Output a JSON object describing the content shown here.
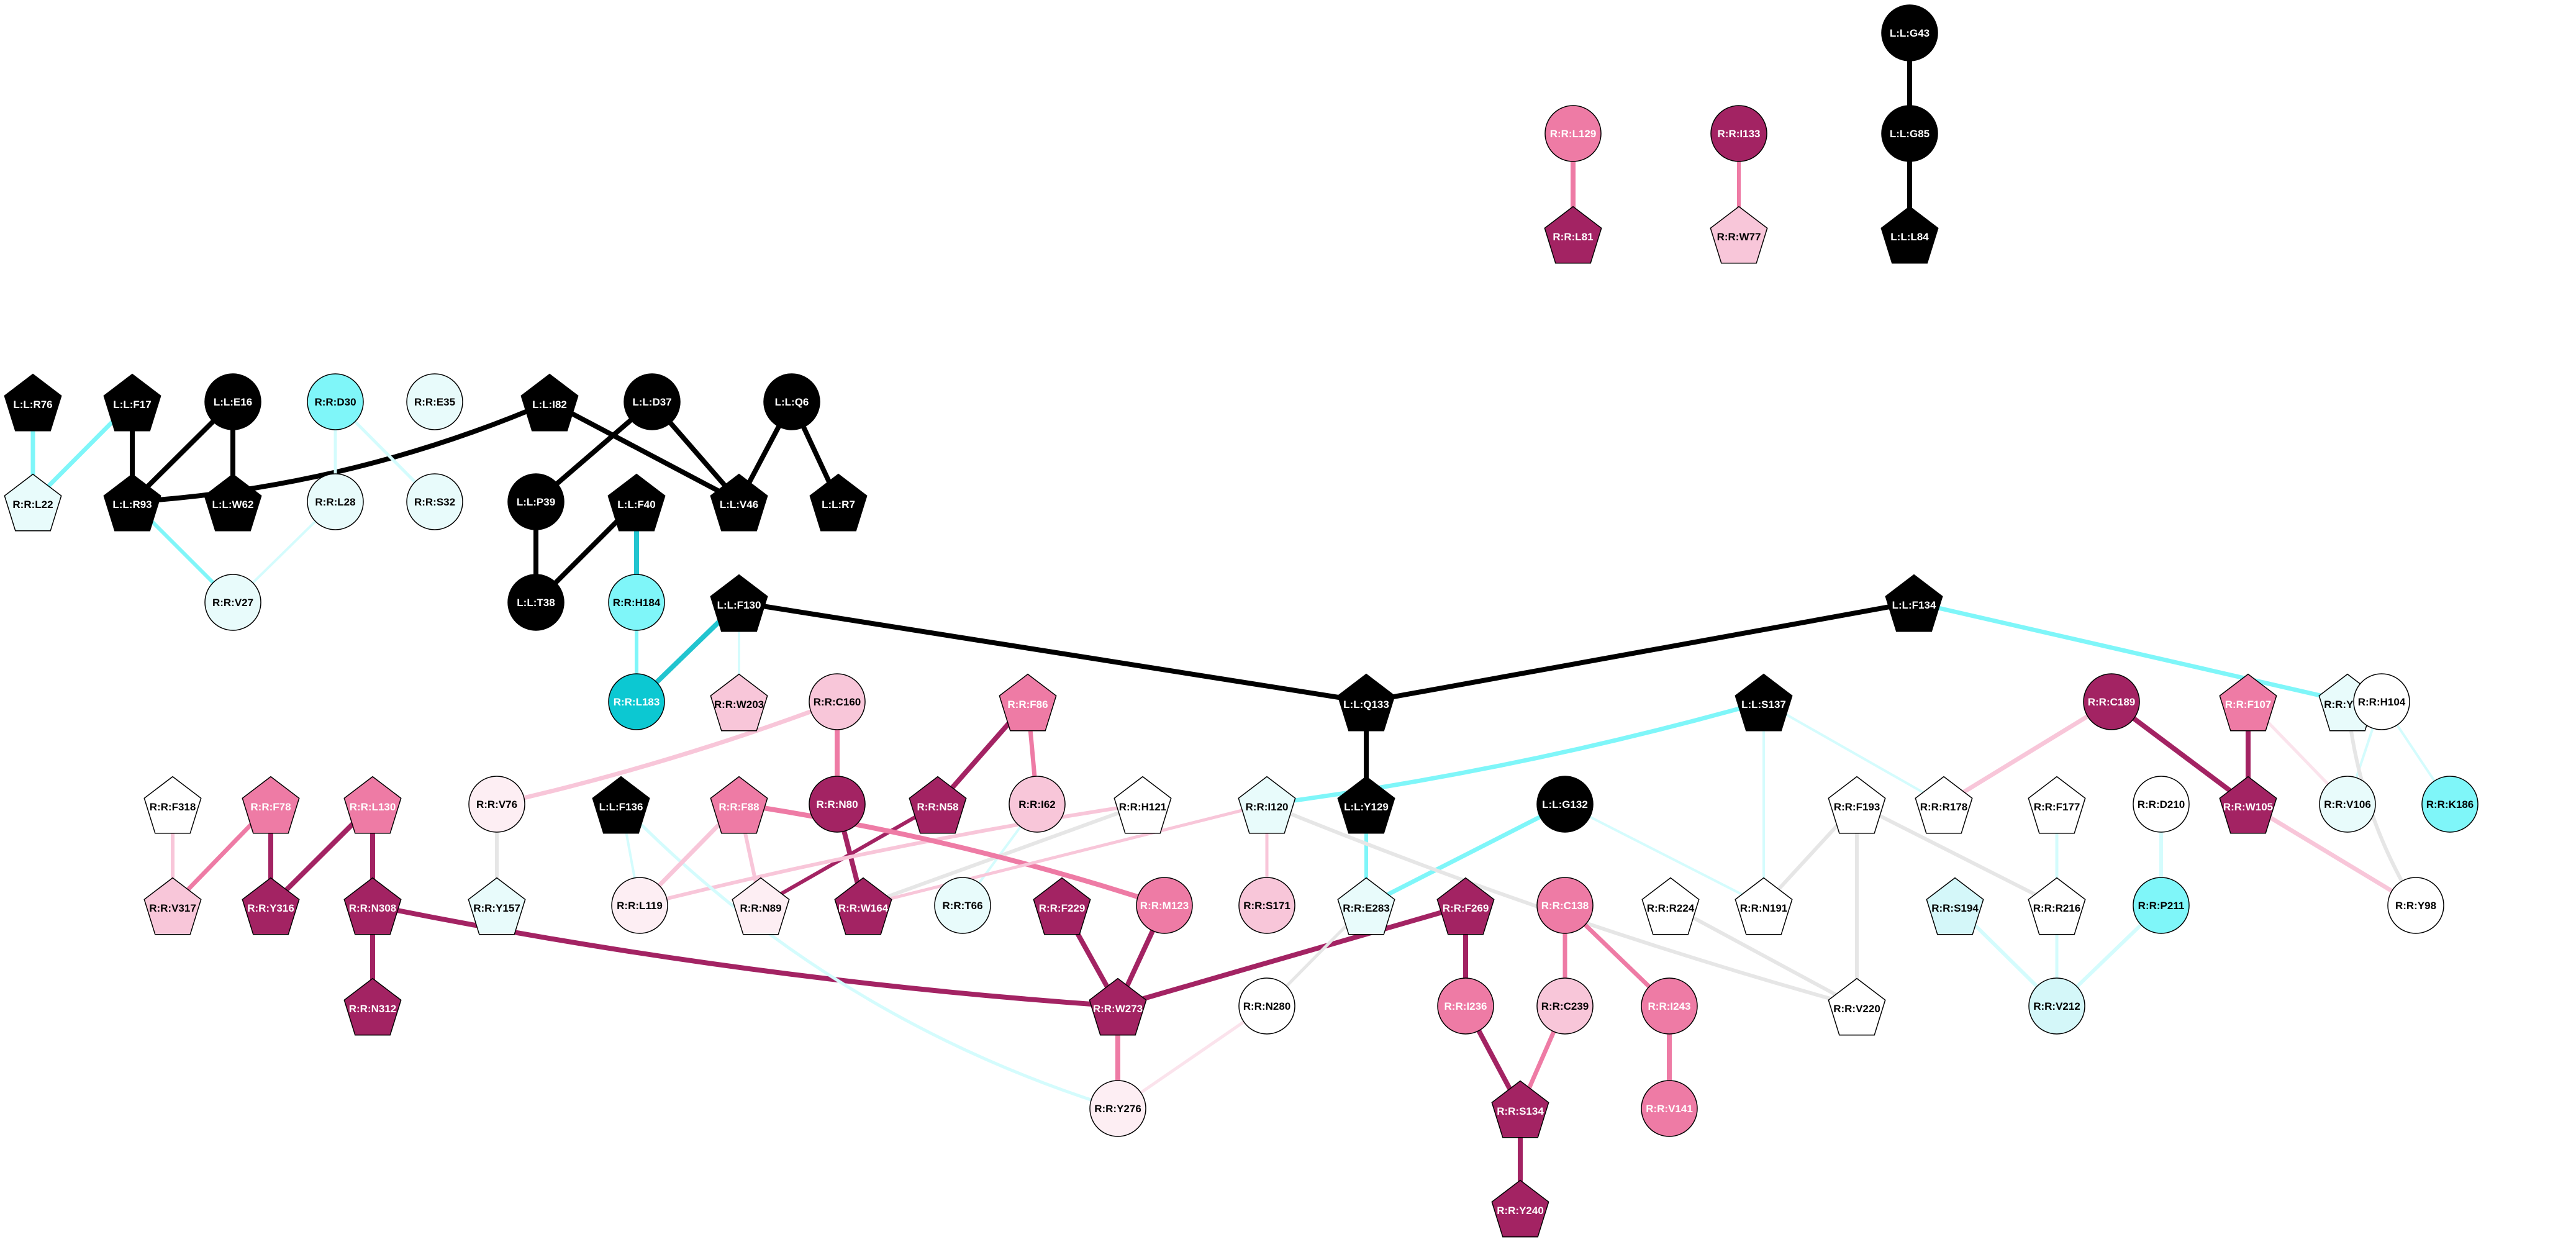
{
  "colors": {
    "black": "#000000",
    "white": "#ffffff",
    "cyan_pale": "#e8fbfb",
    "cyan_light": "#d4f7f9",
    "cyan_mid": "#7ff6f9",
    "cyan_deep": "#0cc8d2",
    "pink_pale": "#fdeef3",
    "pink_light": "#f8c6d9",
    "pink_mid": "#ee7ba5",
    "magenta_dark": "#a32363",
    "edge_black": "#000000",
    "edge_cyan_strong": "#7ff6f9",
    "edge_cyan_light": "#d4fcfd",
    "edge_cyan_deep": "#22c4cf",
    "edge_pink_light": "#f8c6d9",
    "edge_pink_mid": "#ee7ba5",
    "edge_magenta": "#a32363",
    "edge_gray": "#e6e6e6"
  },
  "nodes": [
    {
      "id": "L:L:G43",
      "shape": "circle",
      "color": "black"
    },
    {
      "id": "L:L:G85",
      "shape": "circle",
      "color": "black"
    },
    {
      "id": "L:L:L84",
      "shape": "pentagon",
      "color": "black"
    },
    {
      "id": "R:R:L129",
      "shape": "circle",
      "color": "pink_mid"
    },
    {
      "id": "R:R:L81",
      "shape": "pentagon",
      "color": "magenta_dark"
    },
    {
      "id": "R:R:I133",
      "shape": "circle",
      "color": "magenta_dark"
    },
    {
      "id": "R:R:W77",
      "shape": "pentagon",
      "color": "pink_light"
    },
    {
      "id": "L:L:R76",
      "shape": "pentagon",
      "color": "black"
    },
    {
      "id": "R:R:L22",
      "shape": "pentagon",
      "color": "cyan_pale"
    },
    {
      "id": "L:L:F17",
      "shape": "pentagon",
      "color": "black"
    },
    {
      "id": "L:L:R93",
      "shape": "pentagon",
      "color": "black"
    },
    {
      "id": "L:L:E16",
      "shape": "circle",
      "color": "black"
    },
    {
      "id": "L:L:W62",
      "shape": "pentagon",
      "color": "black"
    },
    {
      "id": "R:R:D30",
      "shape": "circle",
      "color": "cyan_mid"
    },
    {
      "id": "R:R:L28",
      "shape": "circle",
      "color": "cyan_pale"
    },
    {
      "id": "R:R:E35",
      "shape": "circle",
      "color": "cyan_pale"
    },
    {
      "id": "R:R:S32",
      "shape": "circle",
      "color": "cyan_pale"
    },
    {
      "id": "R:R:V27",
      "shape": "circle",
      "color": "cyan_pale"
    },
    {
      "id": "L:L:I82",
      "shape": "pentagon",
      "color": "black"
    },
    {
      "id": "L:L:D37",
      "shape": "circle",
      "color": "black"
    },
    {
      "id": "L:L:V46",
      "shape": "pentagon",
      "color": "black"
    },
    {
      "id": "L:L:Q6",
      "shape": "circle",
      "color": "black"
    },
    {
      "id": "L:L:R7",
      "shape": "pentagon",
      "color": "black"
    },
    {
      "id": "L:L:P39",
      "shape": "circle",
      "color": "black"
    },
    {
      "id": "L:L:T38",
      "shape": "circle",
      "color": "black"
    },
    {
      "id": "L:L:F40",
      "shape": "pentagon",
      "color": "black"
    },
    {
      "id": "R:R:H184",
      "shape": "circle",
      "color": "cyan_mid"
    },
    {
      "id": "R:R:L183",
      "shape": "circle",
      "color": "cyan_deep"
    },
    {
      "id": "L:L:F130",
      "shape": "pentagon",
      "color": "black"
    },
    {
      "id": "R:R:W203",
      "shape": "pentagon",
      "color": "pink_light"
    },
    {
      "id": "L:L:Q133",
      "shape": "pentagon",
      "color": "black"
    },
    {
      "id": "L:L:F134",
      "shape": "pentagon",
      "color": "black"
    },
    {
      "id": "R:R:Y103",
      "shape": "pentagon",
      "color": "cyan_pale"
    },
    {
      "id": "L:L:Y129",
      "shape": "pentagon",
      "color": "black"
    },
    {
      "id": "R:R:E283",
      "shape": "pentagon",
      "color": "cyan_pale"
    },
    {
      "id": "L:L:S137",
      "shape": "pentagon",
      "color": "black"
    },
    {
      "id": "R:R:I120",
      "shape": "pentagon",
      "color": "cyan_pale"
    },
    {
      "id": "R:R:R178",
      "shape": "pentagon",
      "color": "white"
    },
    {
      "id": "R:R:N191",
      "shape": "pentagon",
      "color": "white"
    },
    {
      "id": "L:L:G132",
      "shape": "circle",
      "color": "black"
    },
    {
      "id": "R:R:C160",
      "shape": "circle",
      "color": "pink_light"
    },
    {
      "id": "R:R:N80",
      "shape": "circle",
      "color": "magenta_dark"
    },
    {
      "id": "R:R:W164",
      "shape": "pentagon",
      "color": "magenta_dark"
    },
    {
      "id": "R:R:V76",
      "shape": "circle",
      "color": "pink_pale"
    },
    {
      "id": "R:R:Y157",
      "shape": "pentagon",
      "color": "cyan_pale"
    },
    {
      "id": "R:R:F86",
      "shape": "pentagon",
      "color": "pink_mid"
    },
    {
      "id": "R:R:N58",
      "shape": "pentagon",
      "color": "magenta_dark"
    },
    {
      "id": "R:R:I62",
      "shape": "circle",
      "color": "pink_light"
    },
    {
      "id": "R:R:H121",
      "shape": "pentagon",
      "color": "white"
    },
    {
      "id": "R:R:T66",
      "shape": "circle",
      "color": "cyan_pale"
    },
    {
      "id": "R:R:F318",
      "shape": "pentagon",
      "color": "white"
    },
    {
      "id": "R:R:V317",
      "shape": "pentagon",
      "color": "pink_light"
    },
    {
      "id": "R:R:F78",
      "shape": "pentagon",
      "color": "pink_mid"
    },
    {
      "id": "R:R:Y316",
      "shape": "pentagon",
      "color": "magenta_dark"
    },
    {
      "id": "R:R:L130",
      "shape": "pentagon",
      "color": "pink_mid"
    },
    {
      "id": "R:R:N308",
      "shape": "pentagon",
      "color": "magenta_dark"
    },
    {
      "id": "R:R:N312",
      "shape": "pentagon",
      "color": "magenta_dark"
    },
    {
      "id": "L:L:F136",
      "shape": "pentagon",
      "color": "black"
    },
    {
      "id": "R:R:L119",
      "shape": "circle",
      "color": "pink_pale"
    },
    {
      "id": "R:R:F88",
      "shape": "pentagon",
      "color": "pink_mid"
    },
    {
      "id": "R:R:N89",
      "shape": "pentagon",
      "color": "pink_pale"
    },
    {
      "id": "R:R:M123",
      "shape": "circle",
      "color": "pink_mid"
    },
    {
      "id": "R:R:S171",
      "shape": "circle",
      "color": "pink_light"
    },
    {
      "id": "R:R:F229",
      "shape": "pentagon",
      "color": "magenta_dark"
    },
    {
      "id": "R:R:W273",
      "shape": "pentagon",
      "color": "magenta_dark"
    },
    {
      "id": "R:R:Y276",
      "shape": "circle",
      "color": "pink_pale"
    },
    {
      "id": "R:R:N280",
      "shape": "circle",
      "color": "white"
    },
    {
      "id": "R:R:F269",
      "shape": "pentagon",
      "color": "magenta_dark"
    },
    {
      "id": "R:R:I236",
      "shape": "circle",
      "color": "pink_mid"
    },
    {
      "id": "R:R:S134",
      "shape": "pentagon",
      "color": "magenta_dark"
    },
    {
      "id": "R:R:Y240",
      "shape": "pentagon",
      "color": "magenta_dark"
    },
    {
      "id": "R:R:C138",
      "shape": "circle",
      "color": "pink_mid"
    },
    {
      "id": "R:R:C239",
      "shape": "circle",
      "color": "pink_light"
    },
    {
      "id": "R:R:I243",
      "shape": "circle",
      "color": "pink_mid"
    },
    {
      "id": "R:R:V141",
      "shape": "circle",
      "color": "pink_mid"
    },
    {
      "id": "R:R:R224",
      "shape": "pentagon",
      "color": "white"
    },
    {
      "id": "R:R:F193",
      "shape": "pentagon",
      "color": "white"
    },
    {
      "id": "R:R:V220",
      "shape": "pentagon",
      "color": "white"
    },
    {
      "id": "R:R:C189",
      "shape": "circle",
      "color": "magenta_dark"
    },
    {
      "id": "R:R:W105",
      "shape": "pentagon",
      "color": "magenta_dark"
    },
    {
      "id": "R:R:F107",
      "shape": "pentagon",
      "color": "pink_mid"
    },
    {
      "id": "R:R:F177",
      "shape": "pentagon",
      "color": "white"
    },
    {
      "id": "R:R:R216",
      "shape": "pentagon",
      "color": "white"
    },
    {
      "id": "R:R:S194",
      "shape": "pentagon",
      "color": "cyan_light"
    },
    {
      "id": "R:R:V212",
      "shape": "circle",
      "color": "cyan_light"
    },
    {
      "id": "R:R:D210",
      "shape": "circle",
      "color": "white"
    },
    {
      "id": "R:R:P211",
      "shape": "circle",
      "color": "cyan_mid"
    },
    {
      "id": "R:R:H104",
      "shape": "circle",
      "color": "white"
    },
    {
      "id": "R:R:V106",
      "shape": "circle",
      "color": "cyan_pale"
    },
    {
      "id": "R:R:K186",
      "shape": "circle",
      "color": "cyan_mid"
    },
    {
      "id": "R:R:Y98",
      "shape": "circle",
      "color": "white"
    }
  ],
  "edges": [
    {
      "from": "L:L:G43",
      "to": "L:L:G85",
      "color": "edge_black",
      "width": 8
    },
    {
      "from": "L:L:G85",
      "to": "L:L:L84",
      "color": "edge_black",
      "width": 8
    },
    {
      "from": "R:R:L129",
      "to": "R:R:L81",
      "color": "edge_pink_mid",
      "width": 8
    },
    {
      "from": "R:R:I133",
      "to": "R:R:W77",
      "color": "edge_pink_mid",
      "width": 6
    },
    {
      "from": "L:L:R76",
      "to": "R:R:L22",
      "color": "edge_cyan_strong",
      "width": 7
    },
    {
      "from": "L:L:F17",
      "to": "R:R:L22",
      "color": "edge_cyan_strong",
      "width": 7
    },
    {
      "from": "L:L:F17",
      "to": "L:L:R93",
      "color": "edge_black",
      "width": 8
    },
    {
      "from": "L:L:E16",
      "to": "L:L:R93",
      "color": "edge_black",
      "width": 8
    },
    {
      "from": "L:L:E16",
      "to": "L:L:W62",
      "color": "edge_black",
      "width": 8
    },
    {
      "from": "L:L:I82",
      "to": "L:L:R93",
      "color": "edge_black",
      "width": 8,
      "curve": -60
    },
    {
      "from": "L:L:R93",
      "to": "R:R:V27",
      "color": "edge_cyan_strong",
      "width": 6
    },
    {
      "from": "R:R:D30",
      "to": "R:R:L28",
      "color": "edge_cyan_light",
      "width": 5
    },
    {
      "from": "R:R:D30",
      "to": "R:R:S32",
      "color": "edge_cyan_light",
      "width": 5
    },
    {
      "from": "R:R:L28",
      "to": "R:R:V27",
      "color": "edge_cyan_light",
      "width": 4
    },
    {
      "from": "L:L:I82",
      "to": "L:L:V46",
      "color": "edge_black",
      "width": 8
    },
    {
      "from": "L:L:D37",
      "to": "L:L:V46",
      "color": "edge_black",
      "width": 8
    },
    {
      "from": "L:L:D37",
      "to": "L:L:P39",
      "color": "edge_black",
      "width": 8
    },
    {
      "from": "L:L:Q6",
      "to": "L:L:V46",
      "color": "edge_black",
      "width": 8
    },
    {
      "from": "L:L:Q6",
      "to": "L:L:R7",
      "color": "edge_black",
      "width": 8
    },
    {
      "from": "L:L:P39",
      "to": "L:L:T38",
      "color": "edge_black",
      "width": 8
    },
    {
      "from": "L:L:F40",
      "to": "L:L:T38",
      "color": "edge_black",
      "width": 8
    },
    {
      "from": "L:L:F40",
      "to": "R:R:H184",
      "color": "edge_cyan_deep",
      "width": 8
    },
    {
      "from": "R:R:H184",
      "to": "R:R:L183",
      "color": "edge_cyan_strong",
      "width": 6
    },
    {
      "from": "L:L:F130",
      "to": "R:R:L183",
      "color": "edge_cyan_deep",
      "width": 8
    },
    {
      "from": "L:L:F130",
      "to": "R:R:W203",
      "color": "edge_cyan_light",
      "width": 4
    },
    {
      "from": "L:L:F130",
      "to": "L:L:Q133",
      "color": "edge_black",
      "width": 8
    },
    {
      "from": "L:L:F134",
      "to": "L:L:Q133",
      "color": "edge_black",
      "width": 8
    },
    {
      "from": "L:L:F134",
      "to": "R:R:Y103",
      "color": "edge_cyan_strong",
      "width": 7
    },
    {
      "from": "L:L:Q133",
      "to": "L:L:Y129",
      "color": "edge_black",
      "width": 8
    },
    {
      "from": "L:L:Y129",
      "to": "R:R:E283",
      "color": "edge_cyan_strong",
      "width": 6
    },
    {
      "from": "L:L:S137",
      "to": "R:R:I120",
      "color": "edge_cyan_strong",
      "width": 7,
      "curve": -30
    },
    {
      "from": "L:L:S137",
      "to": "R:R:R178",
      "color": "edge_cyan_light",
      "width": 4
    },
    {
      "from": "L:L:S137",
      "to": "R:R:N191",
      "color": "edge_cyan_light",
      "width": 4
    },
    {
      "from": "L:L:G132",
      "to": "R:R:E283",
      "color": "edge_cyan_strong",
      "width": 7
    },
    {
      "from": "L:L:G132",
      "to": "R:R:N191",
      "color": "edge_cyan_light",
      "width": 4
    },
    {
      "from": "R:R:C160",
      "to": "R:R:V76",
      "color": "edge_pink_light",
      "width": 7,
      "curve": -20
    },
    {
      "from": "R:R:C160",
      "to": "R:R:N80",
      "color": "edge_pink_mid",
      "width": 8
    },
    {
      "from": "R:R:N80",
      "to": "R:R:W164",
      "color": "edge_magenta",
      "width": 8
    },
    {
      "from": "R:R:V76",
      "to": "R:R:Y157",
      "color": "edge_gray",
      "width": 6
    },
    {
      "from": "R:R:F86",
      "to": "R:R:N58",
      "color": "edge_magenta",
      "width": 8
    },
    {
      "from": "R:R:F86",
      "to": "R:R:I62",
      "color": "edge_pink_mid",
      "width": 7
    },
    {
      "from": "R:R:N58",
      "to": "R:R:N89",
      "color": "edge_magenta",
      "width": 6
    },
    {
      "from": "R:R:I62",
      "to": "R:R:T66",
      "color": "edge_cyan_light",
      "width": 4
    },
    {
      "from": "R:R:H121",
      "to": "R:R:W164",
      "color": "edge_gray",
      "width": 6
    },
    {
      "from": "R:R:H121",
      "to": "R:R:L119",
      "color": "edge_pink_light",
      "width": 6,
      "curve": 20
    },
    {
      "from": "R:R:F318",
      "to": "R:R:V317",
      "color": "edge_pink_light",
      "width": 6
    },
    {
      "from": "R:R:F78",
      "to": "R:R:V317",
      "color": "edge_pink_mid",
      "width": 7
    },
    {
      "from": "R:R:F78",
      "to": "R:R:Y316",
      "color": "edge_magenta",
      "width": 8
    },
    {
      "from": "R:R:L130",
      "to": "R:R:Y316",
      "color": "edge_magenta",
      "width": 8
    },
    {
      "from": "R:R:L130",
      "to": "R:R:N308",
      "color": "edge_magenta",
      "width": 8
    },
    {
      "from": "R:R:N308",
      "to": "R:R:N312",
      "color": "edge_magenta",
      "width": 8
    },
    {
      "from": "R:R:N308",
      "to": "R:R:W273",
      "color": "edge_magenta",
      "width": 8,
      "curve": 40
    },
    {
      "from": "L:L:F136",
      "to": "R:R:L119",
      "color": "edge_cyan_light",
      "width": 4
    },
    {
      "from": "L:L:F136",
      "to": "R:R:Y276",
      "color": "edge_cyan_light",
      "width": 5,
      "curve": 120
    },
    {
      "from": "R:R:F88",
      "to": "R:R:L119",
      "color": "edge_pink_light",
      "width": 7
    },
    {
      "from": "R:R:F88",
      "to": "R:R:N89",
      "color": "edge_pink_light",
      "width": 6
    },
    {
      "from": "R:R:F88",
      "to": "R:R:M123",
      "color": "edge_pink_mid",
      "width": 8,
      "curve": -30
    },
    {
      "from": "R:R:M123",
      "to": "R:R:W273",
      "color": "edge_magenta",
      "width": 8
    },
    {
      "from": "R:R:I120",
      "to": "R:R:S171",
      "color": "edge_pink_light",
      "width": 5
    },
    {
      "from": "R:R:I120",
      "to": "R:R:W164",
      "color": "edge_pink_light",
      "width": 5
    },
    {
      "from": "R:R:I120",
      "to": "R:R:V220",
      "color": "edge_gray",
      "width": 6,
      "curve": 30
    },
    {
      "from": "R:R:F229",
      "to": "R:R:W273",
      "color": "edge_magenta",
      "width": 8
    },
    {
      "from": "R:R:F269",
      "to": "R:R:W273",
      "color": "edge_magenta",
      "width": 8
    },
    {
      "from": "R:R:W273",
      "to": "R:R:Y276",
      "color": "edge_pink_mid",
      "width": 8
    },
    {
      "from": "R:R:E283",
      "to": "R:R:N280",
      "color": "edge_gray",
      "width": 5
    },
    {
      "from": "R:R:N280",
      "to": "R:R:Y276",
      "color": "edge_pink_pale",
      "width": 5
    },
    {
      "from": "R:R:F269",
      "to": "R:R:I236",
      "color": "edge_magenta",
      "width": 8
    },
    {
      "from": "R:R:I236",
      "to": "R:R:S134",
      "color": "edge_magenta",
      "width": 8
    },
    {
      "from": "R:R:C239",
      "to": "R:R:S134",
      "color": "edge_pink_mid",
      "width": 7
    },
    {
      "from": "R:R:S134",
      "to": "R:R:Y240",
      "color": "edge_magenta",
      "width": 8
    },
    {
      "from": "R:R:C138",
      "to": "R:R:C239",
      "color": "edge_pink_mid",
      "width": 7
    },
    {
      "from": "R:R:C138",
      "to": "R:R:I243",
      "color": "edge_pink_mid",
      "width": 7
    },
    {
      "from": "R:R:I243",
      "to": "R:R:V141",
      "color": "edge_pink_mid",
      "width": 8
    },
    {
      "from": "R:R:F193",
      "to": "R:R:N191",
      "color": "edge_gray",
      "width": 6
    },
    {
      "from": "R:R:F193",
      "to": "R:R:V220",
      "color": "edge_gray",
      "width": 6
    },
    {
      "from": "R:R:F193",
      "to": "R:R:R216",
      "color": "edge_gray",
      "width": 6
    },
    {
      "from": "R:R:C189",
      "to": "R:R:R178",
      "color": "edge_pink_light",
      "width": 7
    },
    {
      "from": "R:R:C189",
      "to": "R:R:W105",
      "color": "edge_magenta",
      "width": 8
    },
    {
      "from": "R:R:F107",
      "to": "R:R:W105",
      "color": "edge_magenta",
      "width": 8
    },
    {
      "from": "R:R:F107",
      "to": "R:R:V106",
      "color": "edge_pink_pale",
      "width": 5
    },
    {
      "from": "R:R:W105",
      "to": "R:R:Y98",
      "color": "edge_pink_light",
      "width": 7
    },
    {
      "from": "R:R:F177",
      "to": "R:R:R216",
      "color": "edge_cyan_light",
      "width": 5
    },
    {
      "from": "R:R:R216",
      "to": "R:R:V212",
      "color": "edge_cyan_light",
      "width": 5
    },
    {
      "from": "R:R:S194",
      "to": "R:R:V212",
      "color": "edge_cyan_light",
      "width": 6
    },
    {
      "from": "R:R:D210",
      "to": "R:R:P211",
      "color": "edge_cyan_light",
      "width": 6
    },
    {
      "from": "R:R:P211",
      "to": "R:R:V212",
      "color": "edge_cyan_light",
      "width": 6
    },
    {
      "from": "R:R:H104",
      "to": "R:R:V106",
      "color": "edge_cyan_light",
      "width": 4
    },
    {
      "from": "R:R:H104",
      "to": "R:R:K186",
      "color": "edge_cyan_light",
      "width": 4
    },
    {
      "from": "R:R:Y103",
      "to": "R:R:Y98",
      "color": "edge_gray",
      "width": 6,
      "curve": 40
    },
    {
      "from": "R:R:R224",
      "to": "R:R:V220",
      "color": "edge_gray",
      "width": 6
    }
  ]
}
